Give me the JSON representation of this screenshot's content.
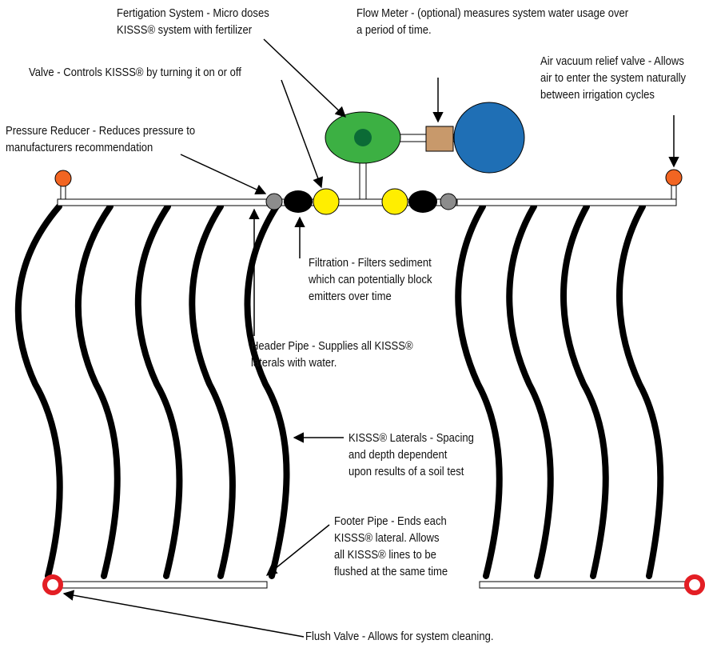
{
  "labels": {
    "fertigation": [
      "Fertigation System - Micro doses",
      "KISSS® system with fertilizer"
    ],
    "flow_meter": [
      "Flow Meter - (optional) measures system water usage over",
      "a period of time."
    ],
    "air_vacuum": [
      "Air vacuum relief valve - Allows",
      "air to enter the system naturally",
      "between irrigation cycles"
    ],
    "valve": [
      "Valve - Controls KISSS® by turning it on or off"
    ],
    "pressure_reducer": [
      "Pressure Reducer - Reduces pressure to",
      "manufacturers recommendation"
    ],
    "filtration": [
      "Filtration - Filters sediment",
      "which can potentially block",
      "emitters over time"
    ],
    "header_pipe": [
      "Header Pipe - Supplies all KISSS®",
      "laterals with water."
    ],
    "laterals": [
      "KISSS® Laterals - Spacing",
      "and depth dependent",
      "upon results of a soil test"
    ],
    "footer_pipe": [
      "Footer Pipe - Ends each",
      "KISSS® lateral.  Allows",
      "all KISSS® lines to be",
      "flushed at the same time"
    ],
    "flush_valve": [
      "Flush Valve - Allows for system cleaning."
    ]
  },
  "colors": {
    "fertigation_body": "#3cb043",
    "fertigation_core": "#0b6b36",
    "flow_meter_box": "#c8996b",
    "tank": "#1f6fb5",
    "valve": "#ffee00",
    "filter": "#000000",
    "pressure_reducer": "#8c8c8c",
    "air_valve": "#f26522",
    "flush_valve": "#e31e24",
    "lateral": "#000000"
  }
}
